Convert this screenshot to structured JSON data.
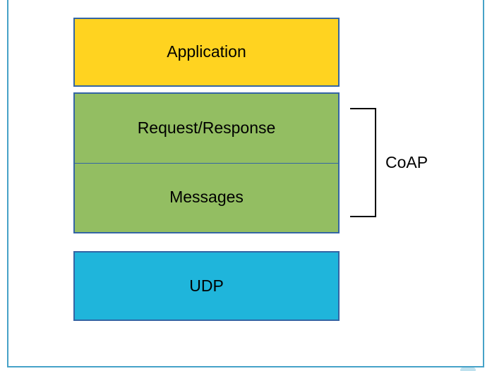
{
  "page": {
    "background": "#ffffff",
    "frame_color": "#46a2c8"
  },
  "stack": {
    "box_border_color": "#3465a4",
    "text_color": "#000000",
    "layers": [
      {
        "name": "application",
        "label": "Application",
        "fill": "#ffd320"
      },
      {
        "name": "request-response",
        "label": "Request/Response",
        "fill": "#93be62"
      },
      {
        "name": "messages",
        "label": "Messages",
        "fill": "#93be62"
      },
      {
        "name": "udp",
        "label": "UDP",
        "fill": "#1fb5db"
      }
    ]
  },
  "annotation": {
    "label": "CoAP",
    "bracket_color": "#000000"
  }
}
